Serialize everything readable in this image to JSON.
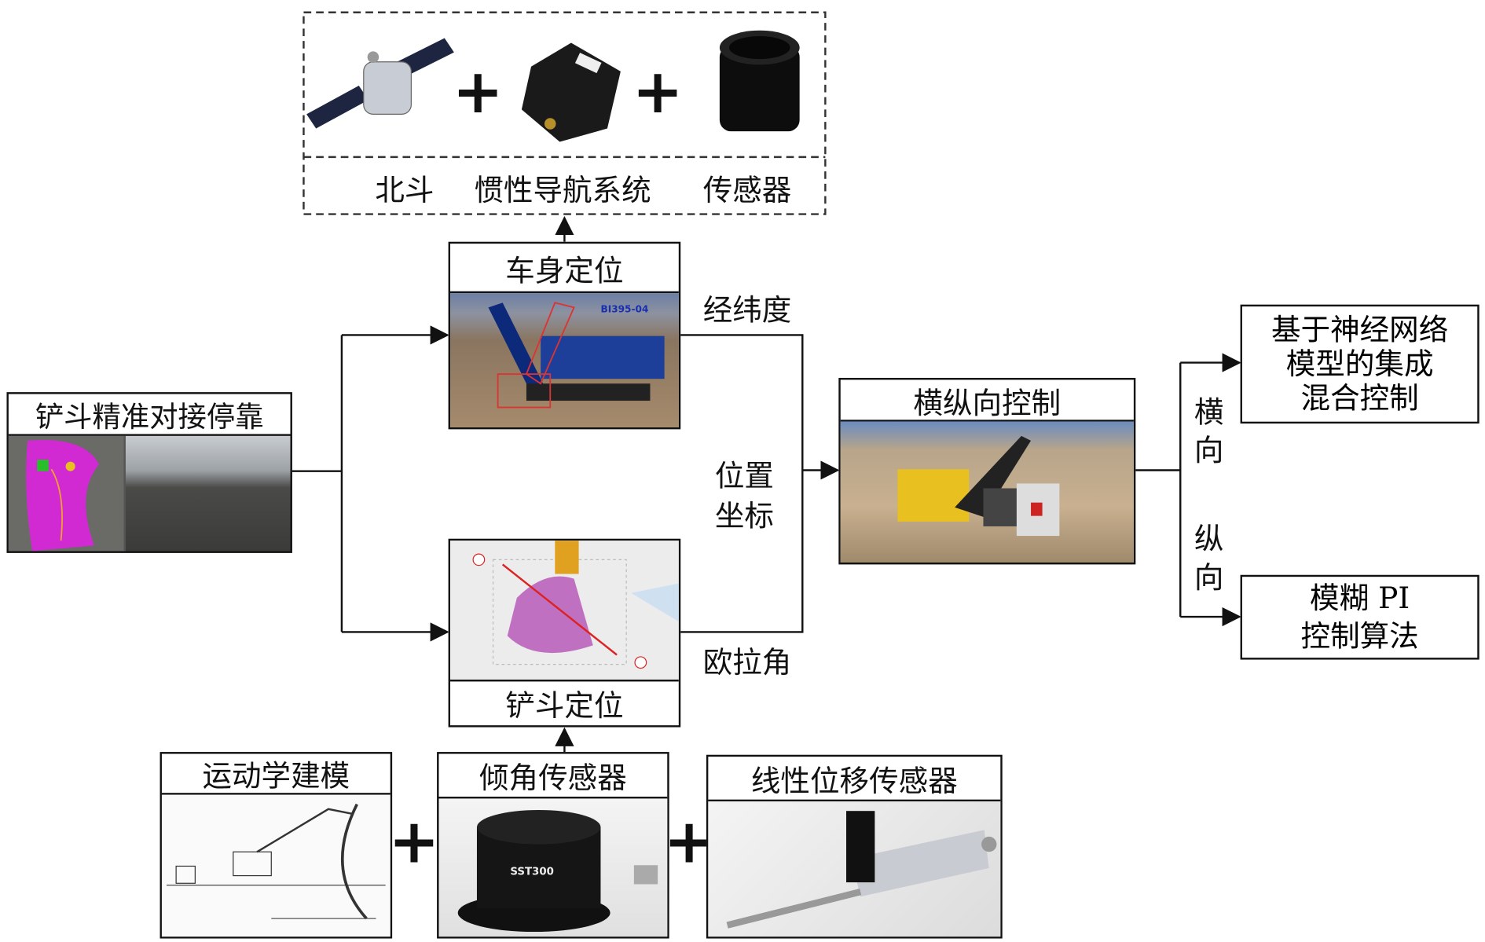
{
  "top_group": {
    "labels": [
      "北斗",
      "惯性导航系统",
      "传感器"
    ],
    "plus": "+"
  },
  "body_positioning": {
    "title": "车身定位",
    "image_text": "BI395-04"
  },
  "bucket_docking": {
    "title": "铲斗精准对接停靠"
  },
  "bucket_positioning": {
    "title": "铲斗定位"
  },
  "edge_labels": {
    "lat_lon": "经纬度",
    "position_line1": "位置",
    "position_line2": "坐标",
    "euler": "欧拉角",
    "lateral_1": "横",
    "lateral_2": "向",
    "longitudinal_1": "纵",
    "longitudinal_2": "向"
  },
  "control": {
    "title": "横纵向控制"
  },
  "nn_box": {
    "lines": [
      "基于神经网络",
      "模型的集成",
      "混合控制"
    ]
  },
  "fuzzy_box": {
    "lines": [
      "模糊 PI",
      "控制算法"
    ]
  },
  "bottom": {
    "kinematics": "运动学建模",
    "tilt_sensor": "倾角传感器",
    "tilt_sensor_image_text": "SST300",
    "linear_sensor": "线性位移传感器",
    "plus": "+"
  }
}
